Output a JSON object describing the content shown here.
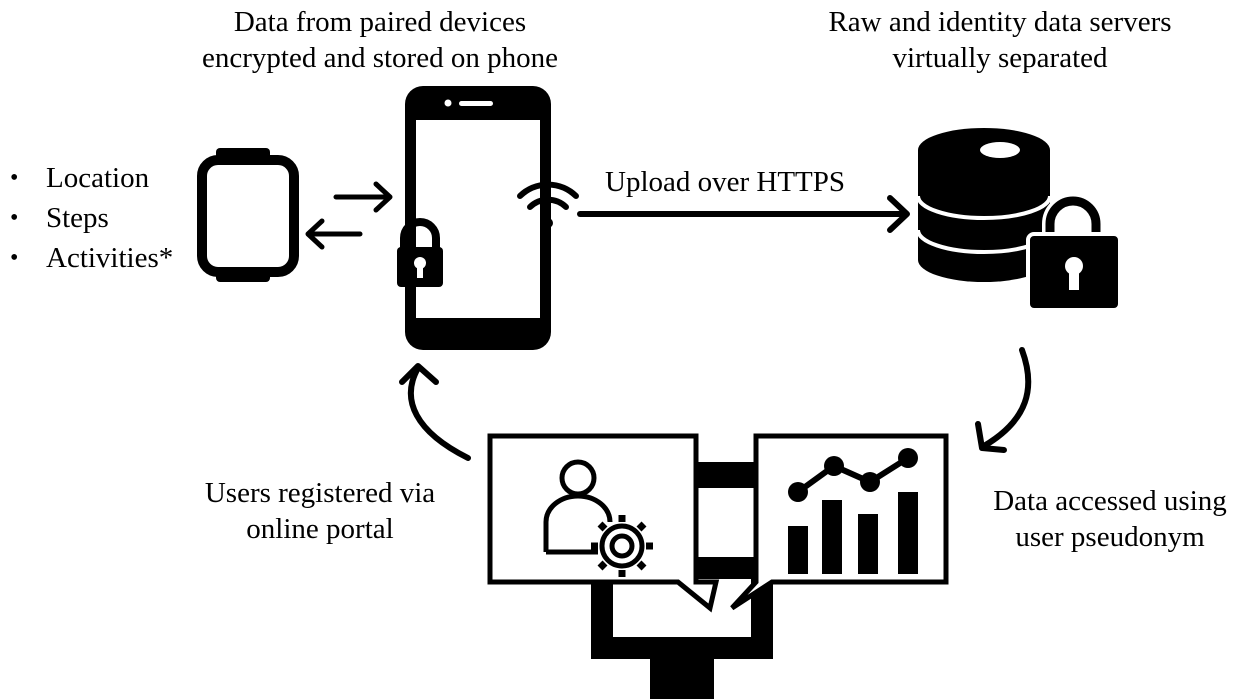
{
  "diagram": {
    "phone_title": [
      "Data from paired devices",
      "encrypted and stored on phone"
    ],
    "server_title": [
      "Raw and identity data servers",
      "virtually separated"
    ],
    "upload_label": "Upload over HTTPS",
    "bullets": [
      "Location",
      "Steps",
      "Activities*"
    ],
    "users_label": [
      "Users registered via",
      "online portal"
    ],
    "accessed_label": [
      "Data accessed using",
      "user pseudonym"
    ],
    "nodes": {
      "watch": "smartwatch-icon",
      "phone": "smartphone-icon",
      "server": "database-server-icon",
      "portal": "desktop-monitor-icon"
    }
  }
}
